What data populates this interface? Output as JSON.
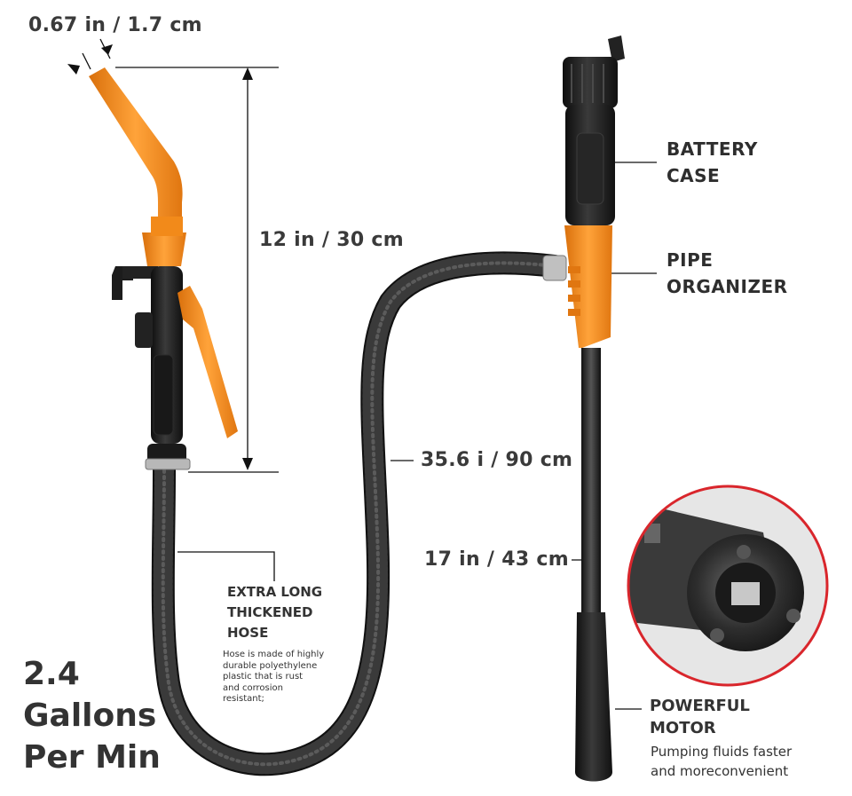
{
  "dimensions": {
    "nozzle_diameter": "0.67 in / 1.7 cm",
    "nozzle_length": "12 in / 30 cm",
    "hose_length": "35.6 i / 90 cm",
    "tube_length": "17 in / 43 cm"
  },
  "labels": {
    "battery_case": [
      "BATTERY",
      "CASE"
    ],
    "pipe_organizer": [
      "PIPE",
      "ORGANIZER"
    ],
    "hose": {
      "title": [
        "EXTRA LONG",
        "THICKENED",
        "HOSE"
      ],
      "description": [
        "Hose is made of highly",
        "durable polyethylene",
        "plastic that is rust",
        "and corrosion",
        "resistant;"
      ]
    },
    "motor": {
      "title": [
        "POWERFUL",
        "MOTOR"
      ],
      "description": [
        "Pumping fluids faster",
        "and moreconvenient"
      ]
    }
  },
  "flow_rate": [
    "2.4",
    "Gallons",
    "Per Min"
  ],
  "colors": {
    "accent_orange": "#f28a1a",
    "body_black": "#1c1c1c",
    "circle_red": "#d9262c"
  }
}
